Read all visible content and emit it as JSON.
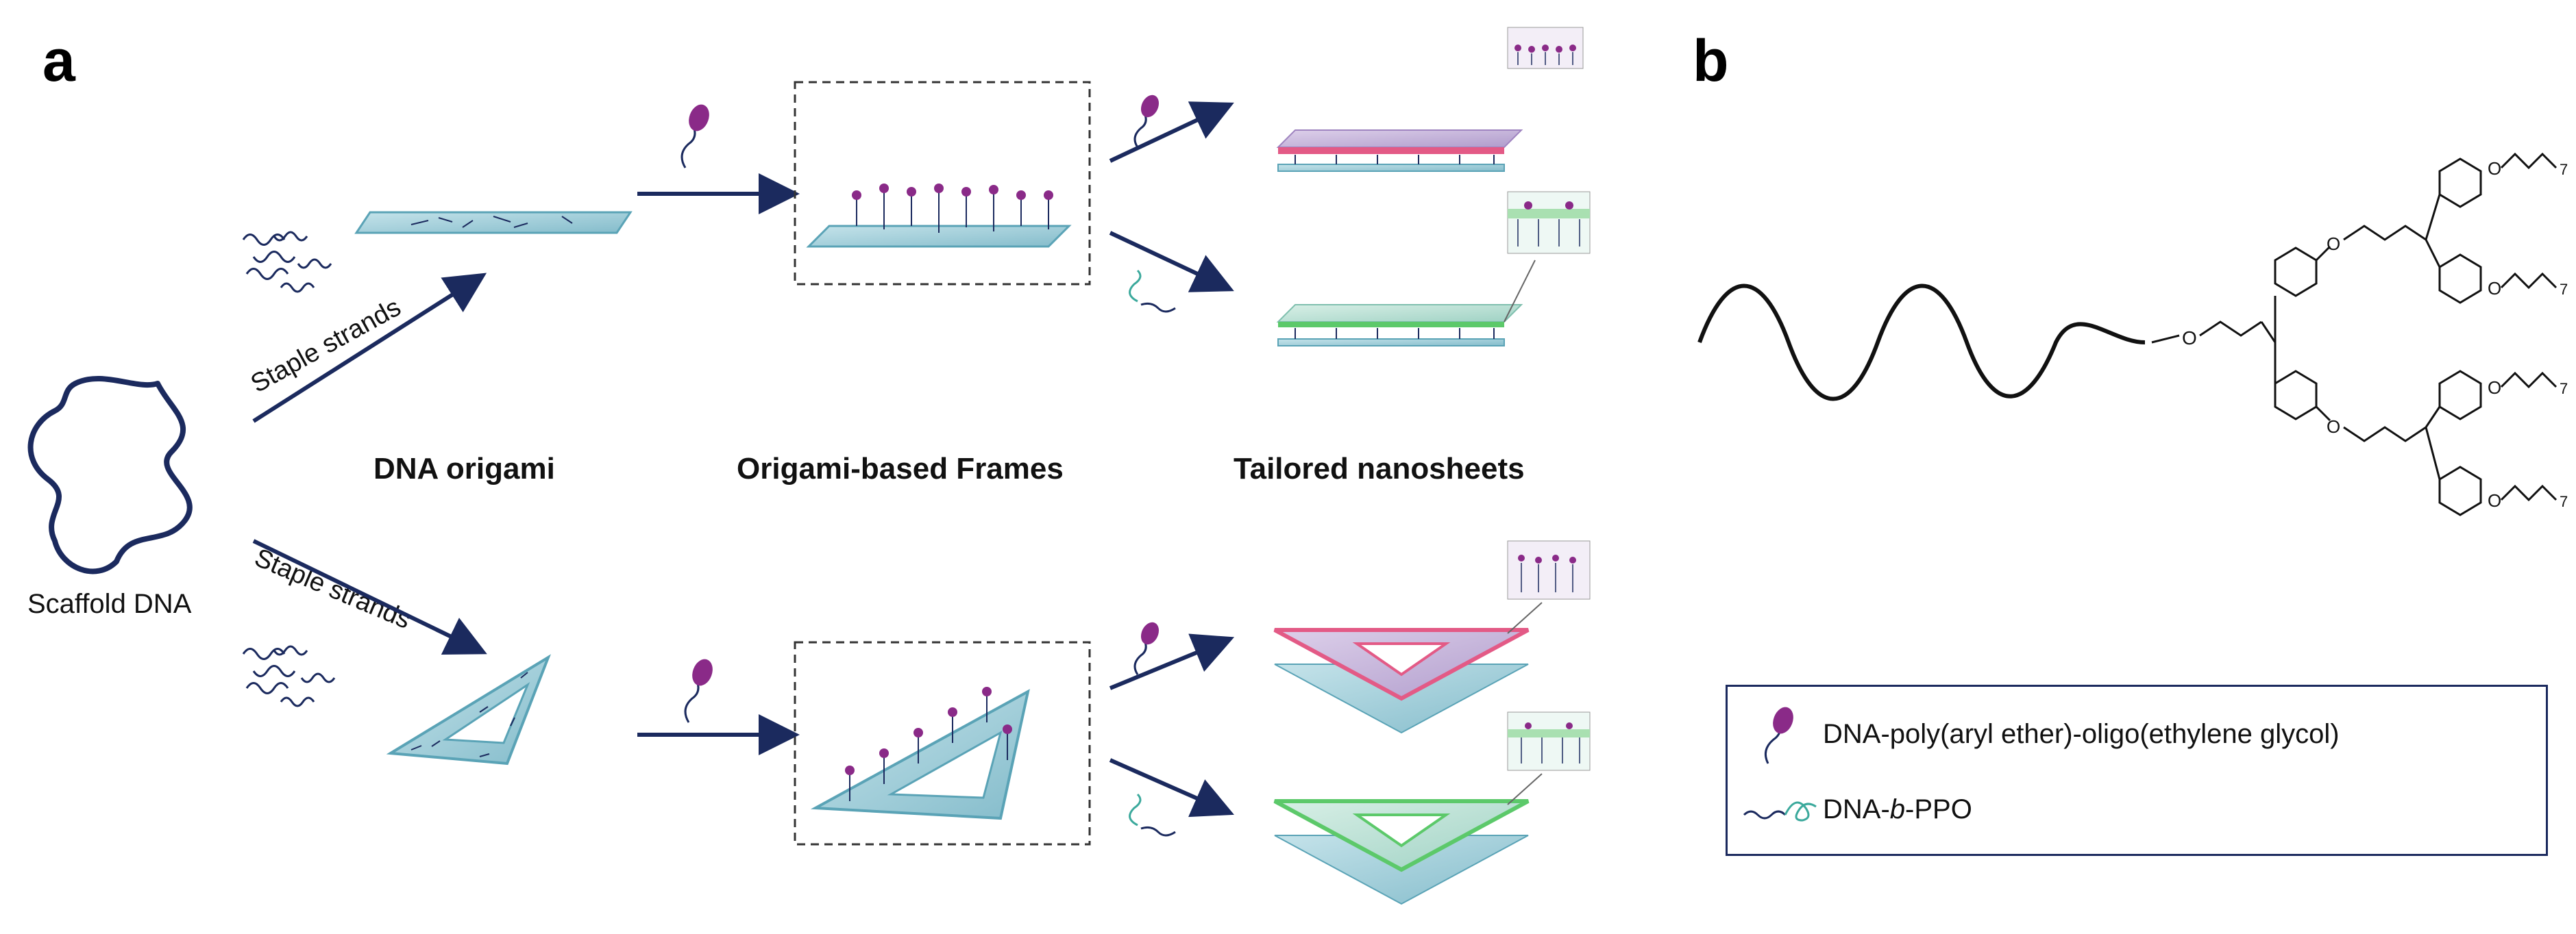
{
  "panels": {
    "a": "a",
    "b": "b"
  },
  "labels": {
    "scaffold": "Scaffold DNA",
    "staple_top": "Staple strands",
    "staple_bottom": "Staple strands",
    "dna_origami": "DNA origami",
    "frames": "Origami-based Frames",
    "nanosheets": "Tailored nanosheets"
  },
  "legend": {
    "item1": "DNA-poly(aryl ether)-oligo(ethylene glycol)",
    "item2_prefix": "DNA-",
    "item2_italic": "b",
    "item2_suffix": "-PPO"
  },
  "chem": {
    "oxygen": "O",
    "subscript": "7"
  },
  "colors": {
    "navy": "#1b2a5e",
    "sheet_teal": "#9fcfd9",
    "sheet_edge": "#5aa3b6",
    "purple": "#8a2a88",
    "pink": "#e35a86",
    "green": "#5cc96a",
    "lavender": "#c6b2d9",
    "mint": "#b8e2d3"
  }
}
